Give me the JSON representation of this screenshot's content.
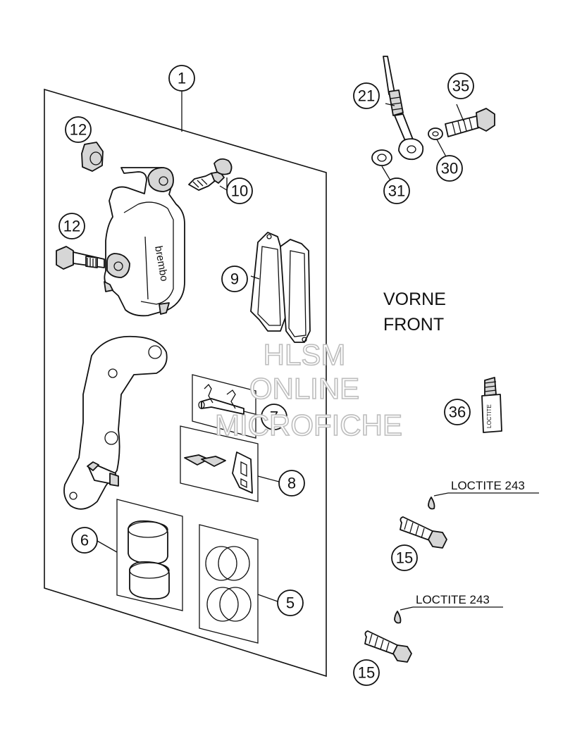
{
  "callouts": [
    {
      "id": "c1",
      "label": "1"
    },
    {
      "id": "c12a",
      "label": "12"
    },
    {
      "id": "c12b",
      "label": "12"
    },
    {
      "id": "c10",
      "label": "10"
    },
    {
      "id": "c9",
      "label": "9"
    },
    {
      "id": "c7",
      "label": "7"
    },
    {
      "id": "c8",
      "label": "8"
    },
    {
      "id": "c6",
      "label": "6"
    },
    {
      "id": "c5",
      "label": "5"
    },
    {
      "id": "c21",
      "label": "21"
    },
    {
      "id": "c35",
      "label": "35"
    },
    {
      "id": "c30",
      "label": "30"
    },
    {
      "id": "c31",
      "label": "31"
    },
    {
      "id": "c36",
      "label": "36"
    },
    {
      "id": "c15a",
      "label": "15"
    },
    {
      "id": "c15b",
      "label": "15"
    }
  ],
  "labels": {
    "vorne": "VORNE",
    "front": "FRONT",
    "loctite_a": "LOCTITE 243",
    "loctite_b": "LOCTITE 243",
    "caliper_brand": "brembo",
    "tube_text": "LOCTITE"
  },
  "watermark": {
    "line1": "HLSM",
    "line2": "ONLINE",
    "line3": "MICROFICHE"
  }
}
